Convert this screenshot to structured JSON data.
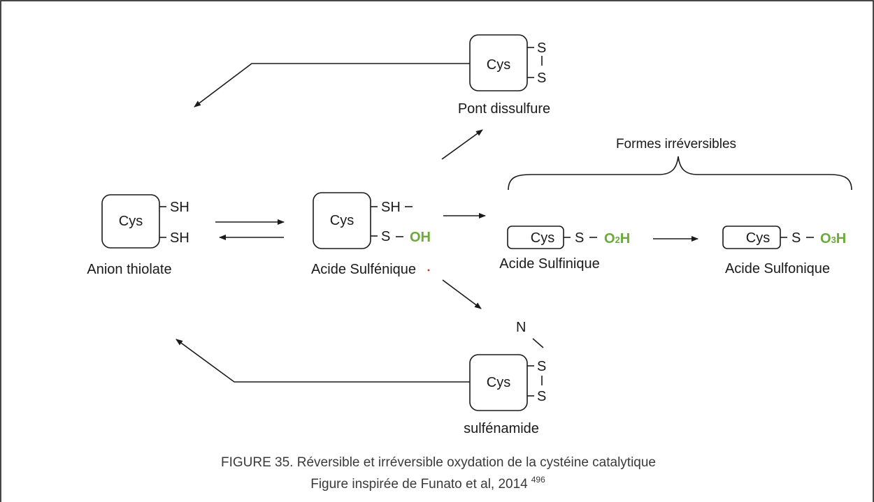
{
  "molecules": {
    "thiolate": {
      "cys": "Cys",
      "group1": "SH",
      "group2": "SH",
      "name": "Anion thiolate"
    },
    "sulfenique": {
      "cys": "Cys",
      "group1": "SH",
      "group2": "S",
      "suffix": "OH",
      "name": "Acide Sulfénique"
    },
    "disulfure": {
      "cys": "Cys",
      "s1": "S",
      "s2": "S",
      "name": "Pont dissulfure"
    },
    "sulfinique": {
      "cys": "Cys",
      "group": "S",
      "suffix_main": "O",
      "suffix_sub": "2",
      "suffix_end": "H",
      "name": "Acide Sulfinique"
    },
    "sulfonique": {
      "cys": "Cys",
      "group": "S",
      "suffix_main": "O",
      "suffix_sub": "3",
      "suffix_end": "H",
      "name": "Acide Sulfonique"
    },
    "sulfenamide": {
      "cys": "Cys",
      "n": "N",
      "s1": "S",
      "s2": "S",
      "name": "sulfénamide"
    }
  },
  "bracket_label": "Formes irréversibles",
  "caption": {
    "line1": "FIGURE 35. Réversible et irréversible oxydation de la cystéine catalytique",
    "line2": "Figure inspirée de Funato et al, 2014",
    "ref": "496"
  },
  "colors": {
    "accent_green": "#6aab3a",
    "stroke": "#1a1a1a"
  }
}
